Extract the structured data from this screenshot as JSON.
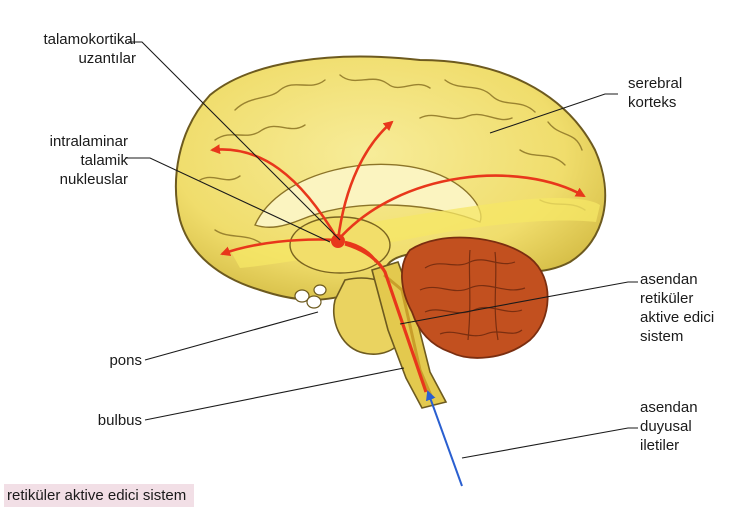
{
  "labels": {
    "thalamocortical": [
      "talamokortikal",
      "uzantılar"
    ],
    "intralaminar": [
      "intralaminar",
      "talamik",
      "nukleuslar"
    ],
    "cortex": [
      "serebral",
      "korteks"
    ],
    "aras": [
      "asendan",
      "retiküler",
      "aktive edici",
      "sistem"
    ],
    "sensory": [
      "asendan",
      "duyusal",
      "iletiler"
    ],
    "pons": "pons",
    "bulbus": "bulbus"
  },
  "caption": "retiküler aktive edici sistem",
  "colors": {
    "cortex": "#f2e27a",
    "cortex_outline": "#6d5a1f",
    "cerebellum": "#c2501f",
    "pathway_arrow": "#e8371b",
    "sensory_arrow": "#2a5fd0",
    "caption_bg": "#f2dfe6"
  }
}
